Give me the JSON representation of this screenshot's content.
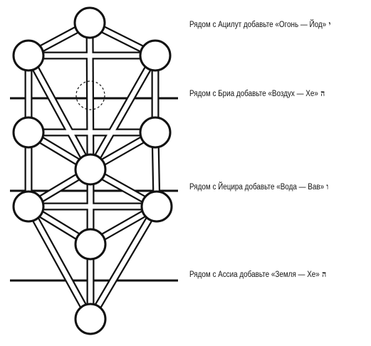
{
  "worlds": [
    {
      "label": "Рядом с Ацилут добавьте «Огонь — Йод»",
      "letter": "י"
    },
    {
      "label": "Рядом с Бриа добавьте «Воздух — Хе»",
      "letter": "ה"
    },
    {
      "label": "Рядом с Йецира добавьте «Вода — Вав»",
      "letter": "ו"
    },
    {
      "label": "Рядом с Ассиа добавьте «Земля — Хе»",
      "letter": "ה"
    }
  ],
  "colors": {
    "stroke": "#111111",
    "background": "#ffffff"
  }
}
